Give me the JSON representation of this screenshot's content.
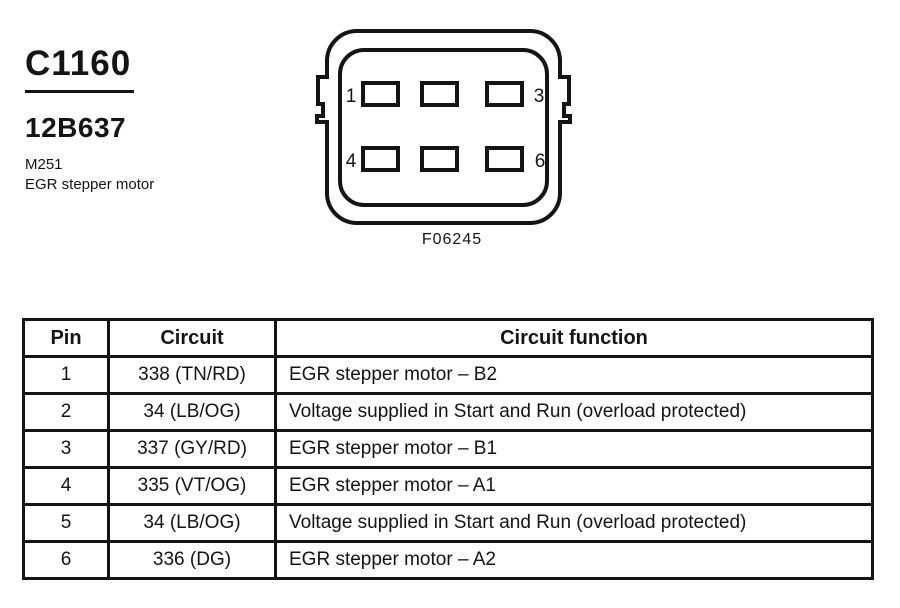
{
  "header": {
    "connector_id": "C1160",
    "part_number": "12B637",
    "component_code": "M251",
    "component_name": "EGR stepper motor"
  },
  "diagram": {
    "figure_id": "F06245",
    "pin_labels": [
      "1",
      "3",
      "4",
      "6"
    ]
  },
  "table": {
    "columns": [
      "Pin",
      "Circuit",
      "Circuit function"
    ],
    "rows": [
      [
        "1",
        "338 (TN/RD)",
        "EGR stepper motor – B2"
      ],
      [
        "2",
        "34 (LB/OG)",
        "Voltage supplied in Start and Run (overload protected)"
      ],
      [
        "3",
        "337 (GY/RD)",
        "EGR stepper motor – B1"
      ],
      [
        "4",
        "335 (VT/OG)",
        "EGR stepper motor – A1"
      ],
      [
        "5",
        "34 (LB/OG)",
        "Voltage supplied in Start and Run (overload protected)"
      ],
      [
        "6",
        "336 (DG)",
        "EGR stepper motor – A2"
      ]
    ]
  },
  "colors": {
    "ink": "#141414",
    "background": "#ffffff"
  }
}
